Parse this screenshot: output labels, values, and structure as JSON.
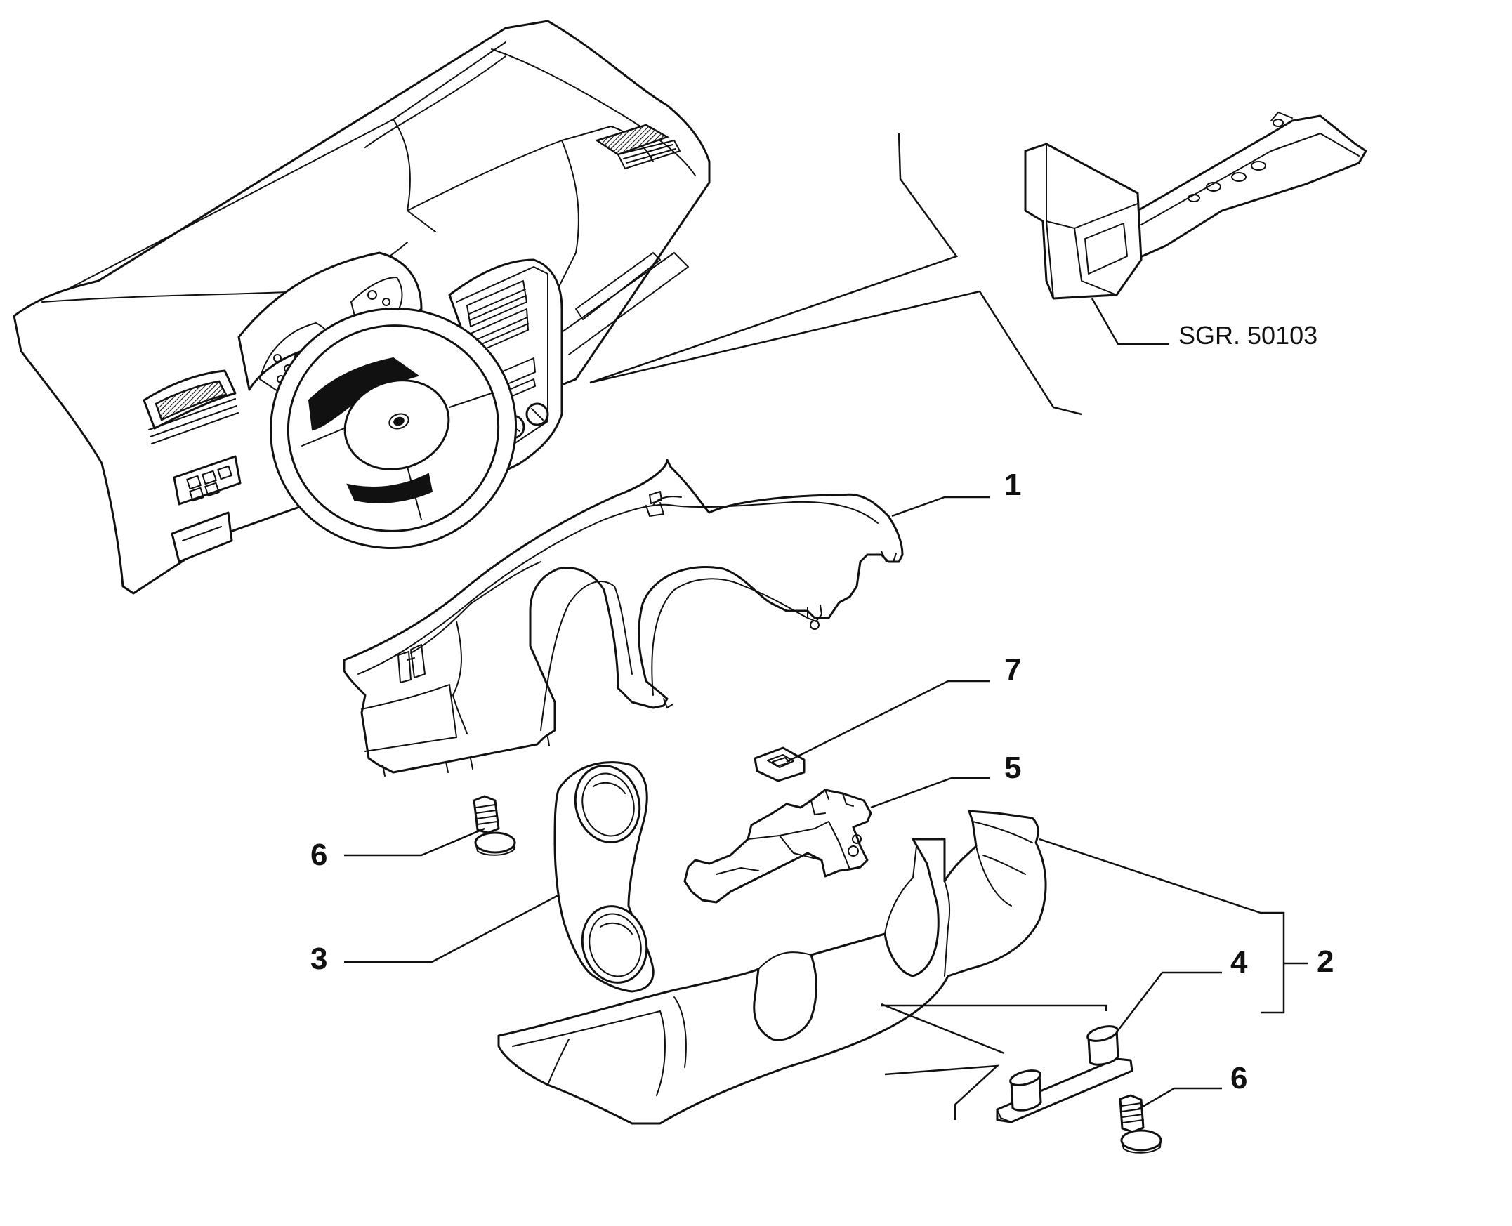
{
  "callouts": {
    "c1": "1",
    "c2": "2",
    "c3": "3",
    "c4": "4",
    "c5": "5",
    "c6a": "6",
    "c6b": "6",
    "c7": "7"
  },
  "reference": {
    "label": "SGR. 50103"
  },
  "colors": {
    "line": "#111111",
    "background": "#ffffff"
  }
}
